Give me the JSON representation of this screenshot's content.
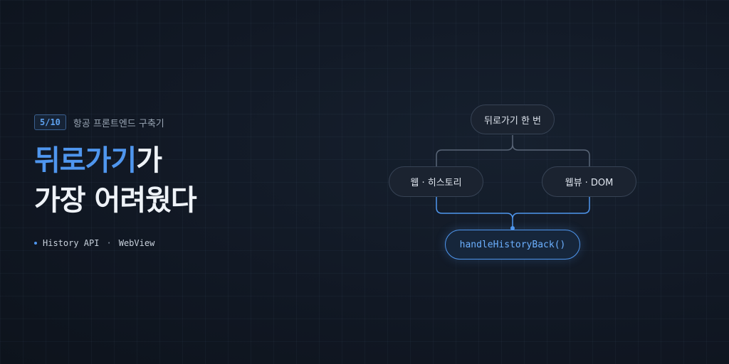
{
  "header": {
    "badge": "5/10",
    "series": "항공 프론트엔드 구축기"
  },
  "title": {
    "line1_accent": "뒤로가기",
    "line1_rest": "가",
    "line2": "가장 어려웠다"
  },
  "tags": {
    "first": "History API",
    "separator": "·",
    "second": "WebView"
  },
  "diagram": {
    "top_node": "뒤로가기 한 번",
    "left_node": "웹 · 히스토리",
    "right_node": "웹뷰 · DOM",
    "bottom_node": "handleHistoryBack()"
  },
  "colors": {
    "accent": "#4f96ee",
    "background": "#111824",
    "connector_gray": "#5a6678"
  }
}
